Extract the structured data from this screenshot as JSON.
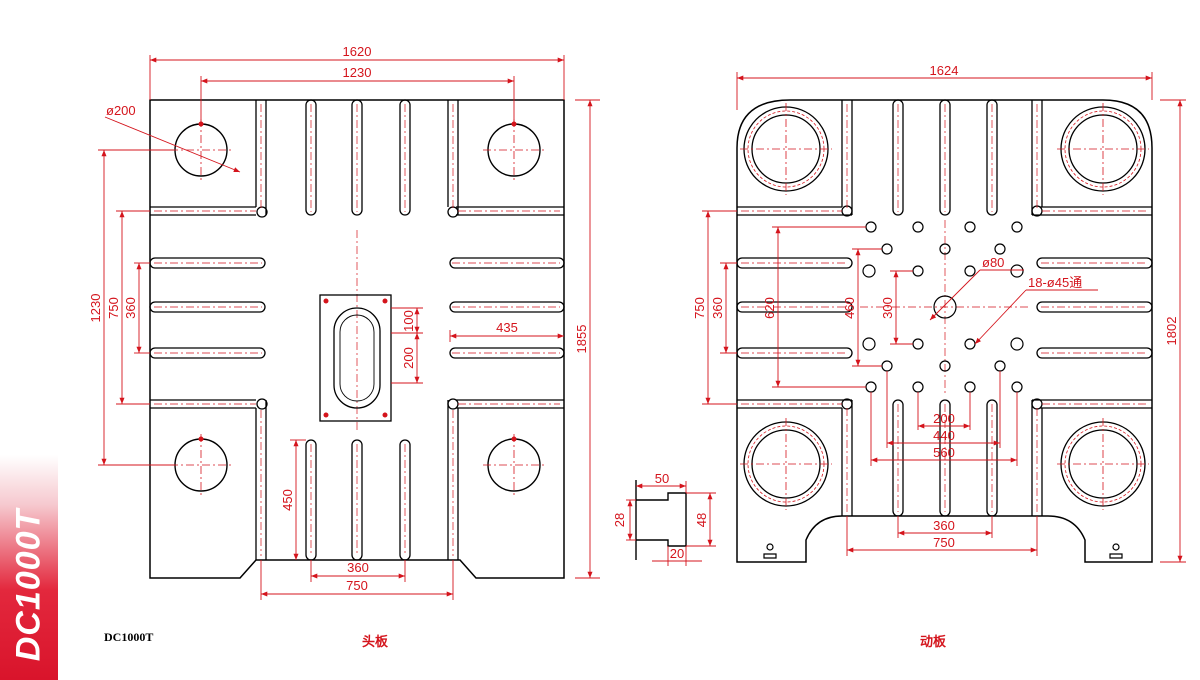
{
  "sidebar": {
    "text": "DC1000T",
    "color": "#d9142b"
  },
  "model_label": "DC1000T",
  "captions": {
    "left": "头板",
    "right": "动板"
  },
  "colors": {
    "outline": "#000000",
    "dimension": "#d4141c"
  },
  "left_plate": {
    "dims": {
      "overall_width": "1620",
      "tie_bar_spacing_h": "1230",
      "tie_bar_diameter": "ø200",
      "tie_bar_spacing_v": "1230",
      "slot_spacing_750": "750",
      "slot_spacing_360": "360",
      "overall_height": "1855",
      "center_100": "100",
      "center_200": "200",
      "slot_length_435": "435",
      "bottom_450": "450",
      "bottom_360": "360",
      "bottom_750": "750"
    }
  },
  "right_plate": {
    "dims": {
      "overall_width": "1624",
      "overall_height": "1802",
      "left_750": "750",
      "left_360": "360",
      "left_620": "620",
      "left_460": "460",
      "left_300": "300",
      "center_hole": "ø80",
      "holes_note": "18-ø45通",
      "bottom_200": "200",
      "bottom_440": "440",
      "bottom_560": "560",
      "bottom_360": "360",
      "bottom_750": "750"
    }
  },
  "t_slot_detail": {
    "dims": {
      "d50": "50",
      "d28": "28",
      "d48": "48",
      "d20": "20"
    }
  }
}
